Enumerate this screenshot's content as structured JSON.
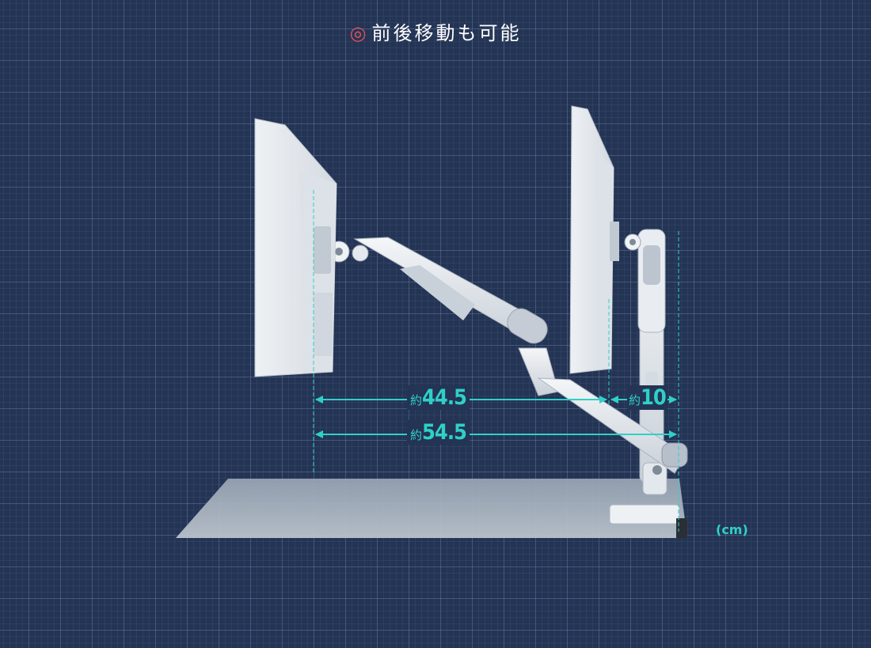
{
  "title": {
    "mark": "◎",
    "text": "前後移動も可能"
  },
  "dimensions": [
    {
      "prefix": "約",
      "value": "44.5"
    },
    {
      "prefix": "約",
      "value": "10"
    },
    {
      "prefix": "約",
      "value": "54.5"
    }
  ],
  "unit": "(cm)",
  "colors": {
    "background": "#243454",
    "accent": "#2fd0c8",
    "mark": "#e0505a"
  }
}
